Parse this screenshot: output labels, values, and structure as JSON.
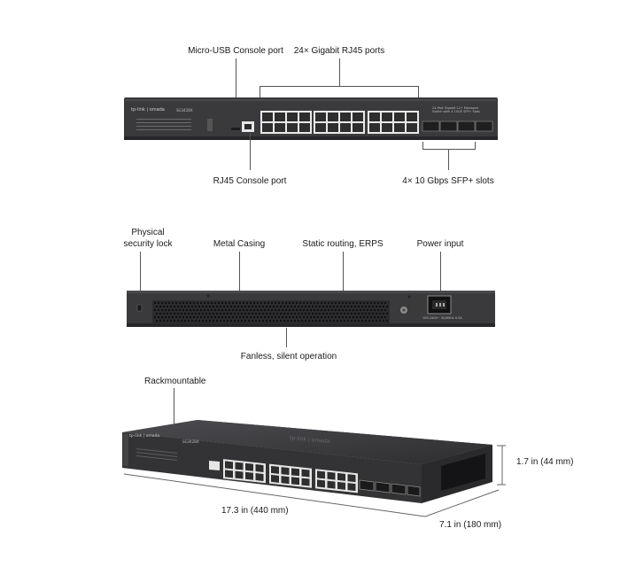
{
  "sections": {
    "front": {
      "callouts": {
        "micro_usb": "Micro-USB Console port",
        "rj45_ports": "24× Gigabit RJ45 ports",
        "rj45_console": "RJ45 Console port",
        "sfp_slots": "4× 10 Gbps SFP+ slots"
      },
      "brand": "tp-link | omada",
      "model": "SG3428X",
      "description": "24-Port Gigabit L2+ Managed Switch with 4 10GE SFP+ Slots"
    },
    "rear": {
      "callouts": {
        "security_lock_1": "Physical",
        "security_lock_2": "security lock",
        "metal_casing": "Metal Casing",
        "static_routing": "Static routing, ERPS",
        "power_input": "Power input",
        "fanless": "Fanless, silent operation"
      },
      "power_rating": "100-240V~ 50/60Hz 0.5A"
    },
    "perspective": {
      "callouts": {
        "rackmountable": "Rackmountable"
      },
      "dimensions": {
        "height": "1.7 in (44 mm)",
        "width": "17.3 in (440 mm)",
        "depth": "7.1 in (180 mm)"
      },
      "top_logo": "tp-link | omada",
      "model": "SG3428X"
    }
  },
  "colors": {
    "chassis": "#3b3b3d",
    "chassis_dark": "#2a2a2c",
    "port_face": "#e9e9e9",
    "port_hole": "#2e2e2e",
    "line": "#555555"
  }
}
